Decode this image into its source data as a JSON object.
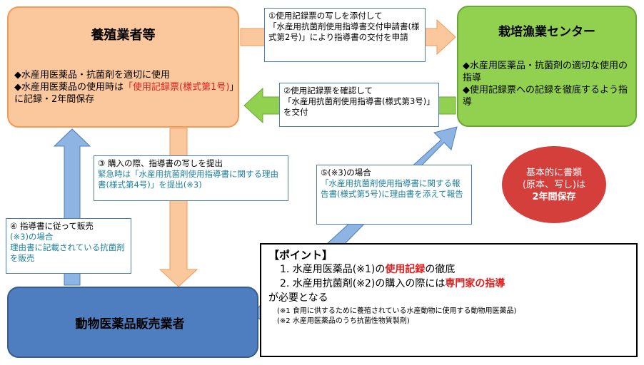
{
  "farmer": {
    "title": "養殖業者等",
    "line1": "◆水産用医薬品・抗菌剤を適切に使用",
    "line2_a": "◆水産用医薬品の使用時は",
    "line2_red": "「使用記録票(様式第1号)",
    "line2_b": "」に記録・2年間保存"
  },
  "center": {
    "title": "栽培漁業センター",
    "line1": "◆水産用医薬品・抗菌剤の適切な使用の指導",
    "line2": "◆使用記録票への記録を徹底するよう指導"
  },
  "dealer": {
    "title": "動物医薬品販売業者"
  },
  "note1": {
    "line1": "①使用記録票の写しを添付して",
    "line2": "「水産用抗菌剤使用指導書交付申請書(様式第2号)」により指導書の交付を申請"
  },
  "note2": {
    "line1": "②使用記録票を確認して",
    "line2": "「水産用抗菌剤使用指導書(様式第3号)」を交付"
  },
  "note3": {
    "line1": "③ 購入の際、指導書の写しを提出",
    "line2": "緊急時は「水産用抗菌剤使用指導書に関する理由書(様式第4号)」を提出(※3)"
  },
  "note4": {
    "line1": "④ 指導書に従って販売",
    "line2": "(※3)の場合",
    "line3": "理由書に記載されている抗菌剤を販売"
  },
  "note5": {
    "line1": "⑤(※3)の場合",
    "line2": "「水産用抗菌剤使用指導書に関する報告書(様式第5号)に理由書を添えて報告"
  },
  "circle": {
    "line1": "基本的に書類",
    "line2": "(原本、写し)は",
    "line3": "2年間保存"
  },
  "point": {
    "heading": "【ポイント】",
    "item1_a": "1. 水産用医薬品(※1)の",
    "item1_red": "使用記録",
    "item1_b": "の徹底",
    "item2_a": "2. 水産用抗菌剤(※2)の購入の際には",
    "item2_red": "専門家の指導",
    "item2_b": "が必要となる",
    "note1": "(※1 食用に供するために養殖されている水産動物に使用する動物用医薬品)",
    "note2": "(※2 水産用医薬品のうち抗菌性物質製剤)"
  },
  "colors": {
    "farmer_fill": "#fbc79d",
    "center_fill": "#92d050",
    "dealer_fill": "#4f7ec0",
    "circle_fill": "#d43f3c",
    "highlight_red": "#e01e1e",
    "note_teal": "#1e7f9a"
  }
}
